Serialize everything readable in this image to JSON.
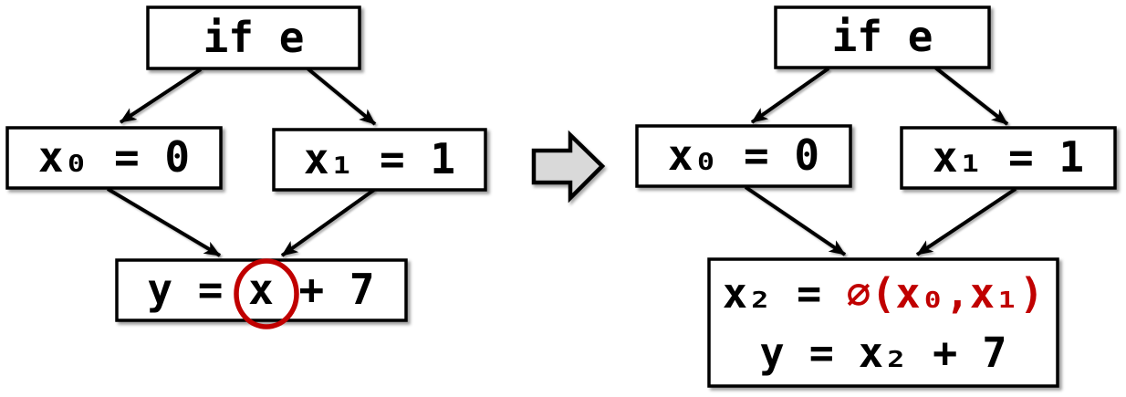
{
  "colors": {
    "accent_red": "#C00000",
    "box_fill": "#FFFFFF",
    "line_black": "#000000",
    "transform_arrow_fill": "#D9D9D9"
  },
  "left_cfg": {
    "if_node": "if e",
    "then_node": "x₀ = 0",
    "else_node": "x₁ = 1",
    "merge_node": "y = x + 7"
  },
  "right_cfg": {
    "if_node": "if e",
    "then_node": "x₀ = 0",
    "else_node": "x₁ = 1",
    "merge_line1_black": "x₂ = ",
    "merge_line1_red": "∅(x₀,x₁)",
    "merge_line2": "y = x₂ + 7"
  }
}
